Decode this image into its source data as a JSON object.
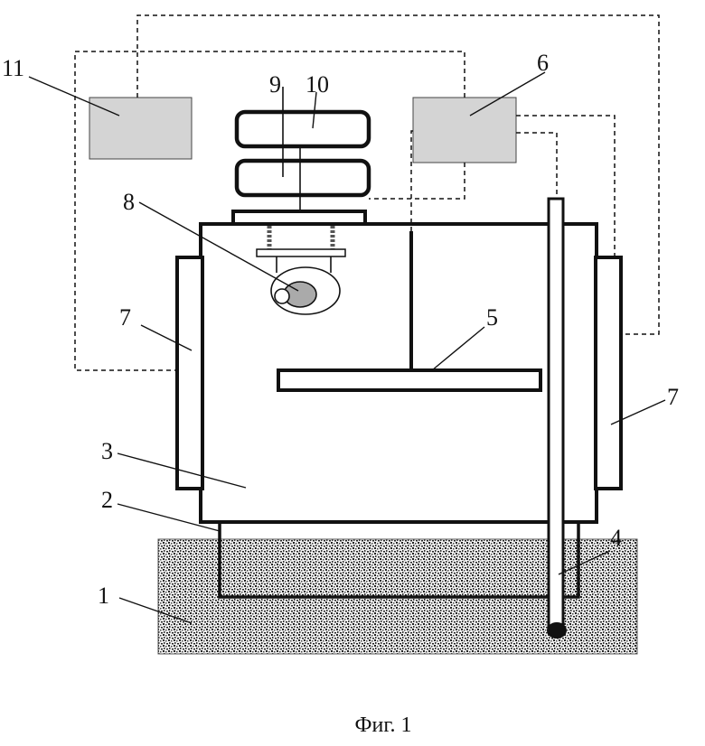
{
  "figure": {
    "caption": "Фиг. 1",
    "callouts": {
      "c1": "1",
      "c2": "2",
      "c3": "3",
      "c4": "4",
      "c5": "5",
      "c6": "6",
      "c7_left": "7",
      "c7_right": "7",
      "c8": "8",
      "c9": "9",
      "c10": "10",
      "c11": "11"
    }
  }
}
